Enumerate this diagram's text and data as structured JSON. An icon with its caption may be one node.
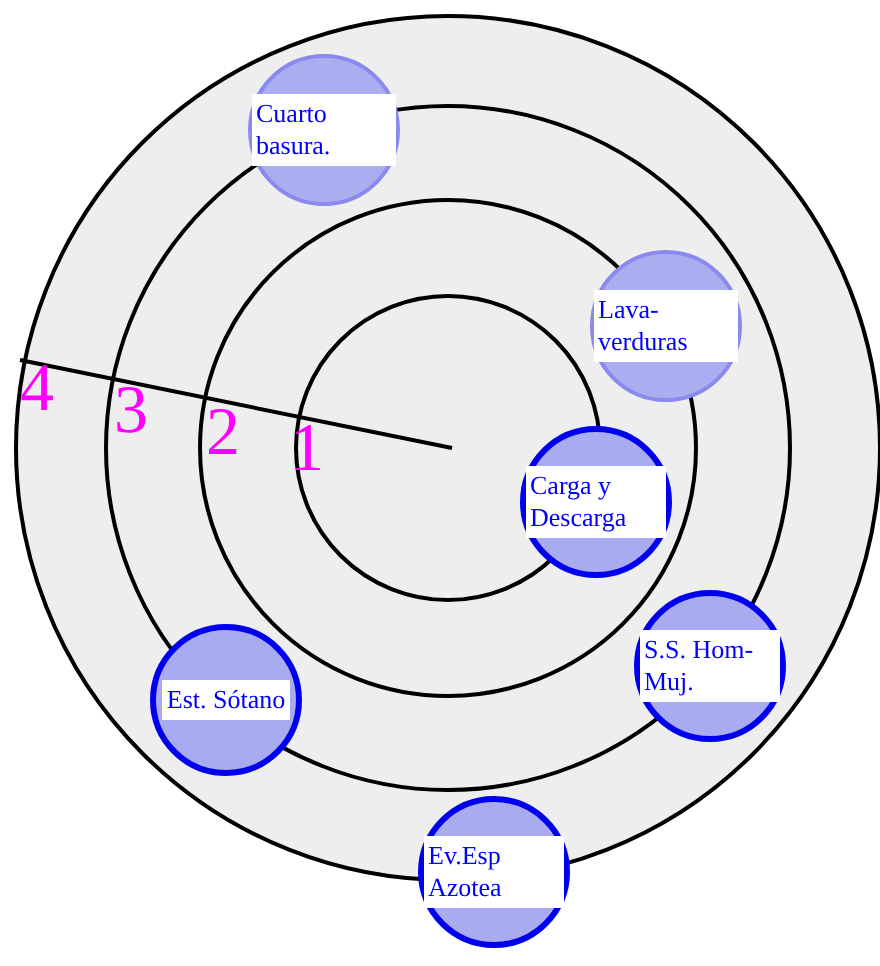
{
  "diagram": {
    "nodes": [
      {
        "text": [
          "Cuarto basura."
        ]
      },
      {
        "text": [
          "Lava- verduras"
        ]
      },
      {
        "text": [
          "Carga y Descarga"
        ]
      },
      {
        "text": [
          "S.S. Hom-Muj."
        ]
      },
      {
        "text": [
          "Est. Sótano"
        ]
      },
      {
        "text": [
          "Ev.Esp Azotea"
        ]
      }
    ],
    "labels": [
      "4",
      "3",
      "2",
      "1"
    ]
  }
}
